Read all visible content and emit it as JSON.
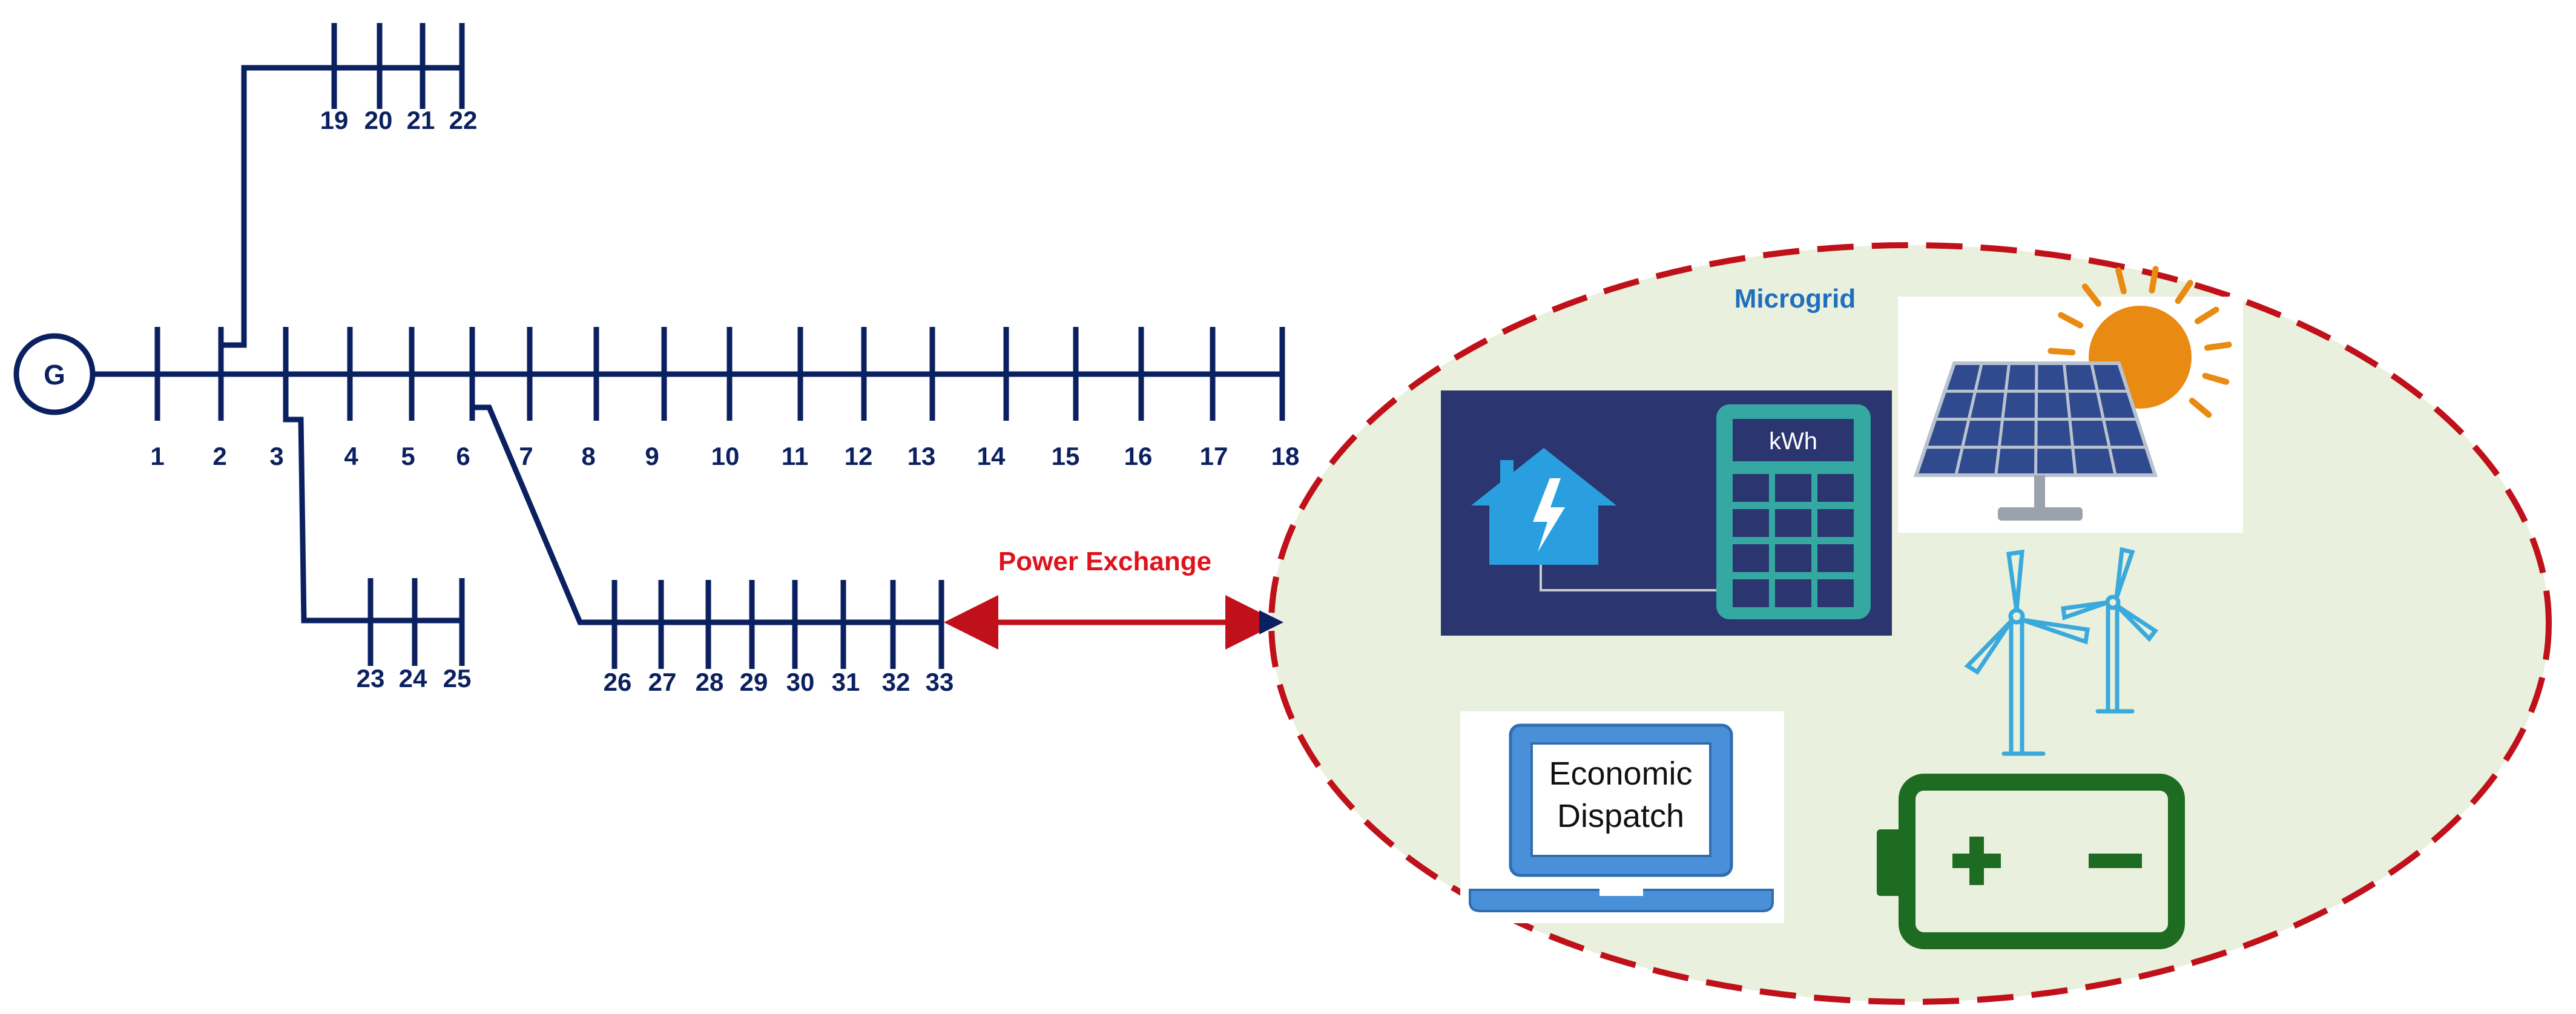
{
  "generator": {
    "label": "G"
  },
  "main_feeder_buses": [
    "1",
    "2",
    "3",
    "4",
    "5",
    "6",
    "7",
    "8",
    "9",
    "10",
    "11",
    "12",
    "13",
    "14",
    "15",
    "16",
    "17",
    "18"
  ],
  "lateral_upper_buses": [
    "19",
    "20",
    "21",
    "22"
  ],
  "lateral_lower_buses": [
    "23",
    "24",
    "25"
  ],
  "lateral_right_buses": [
    "26",
    "27",
    "28",
    "29",
    "30",
    "31",
    "32",
    "33"
  ],
  "power_exchange": {
    "label": "Power Exchange"
  },
  "microgrid": {
    "label": "Microgrid",
    "meter": {
      "display": "kWh"
    },
    "dispatch": {
      "line1": "Economic",
      "line2": "Dispatch"
    }
  },
  "colors": {
    "network": "#0b2060",
    "exchange": "#c0101a",
    "microgrid_fill": "#e9f0dd",
    "microgrid_border": "#c0101a",
    "meter_bg": "#2b3570",
    "meter_teal": "#36a8a2",
    "house": "#2a9fe0",
    "solar_panel": "#2f4a8e",
    "sun": "#e98a12",
    "turbine": "#3aa9dc",
    "battery": "#1e6b22",
    "laptop": "#4a90d9"
  },
  "icons": [
    "generator-icon",
    "house-icon",
    "meter-icon",
    "solar-panel-icon",
    "sun-icon",
    "wind-turbine-icon",
    "battery-icon",
    "laptop-icon"
  ]
}
